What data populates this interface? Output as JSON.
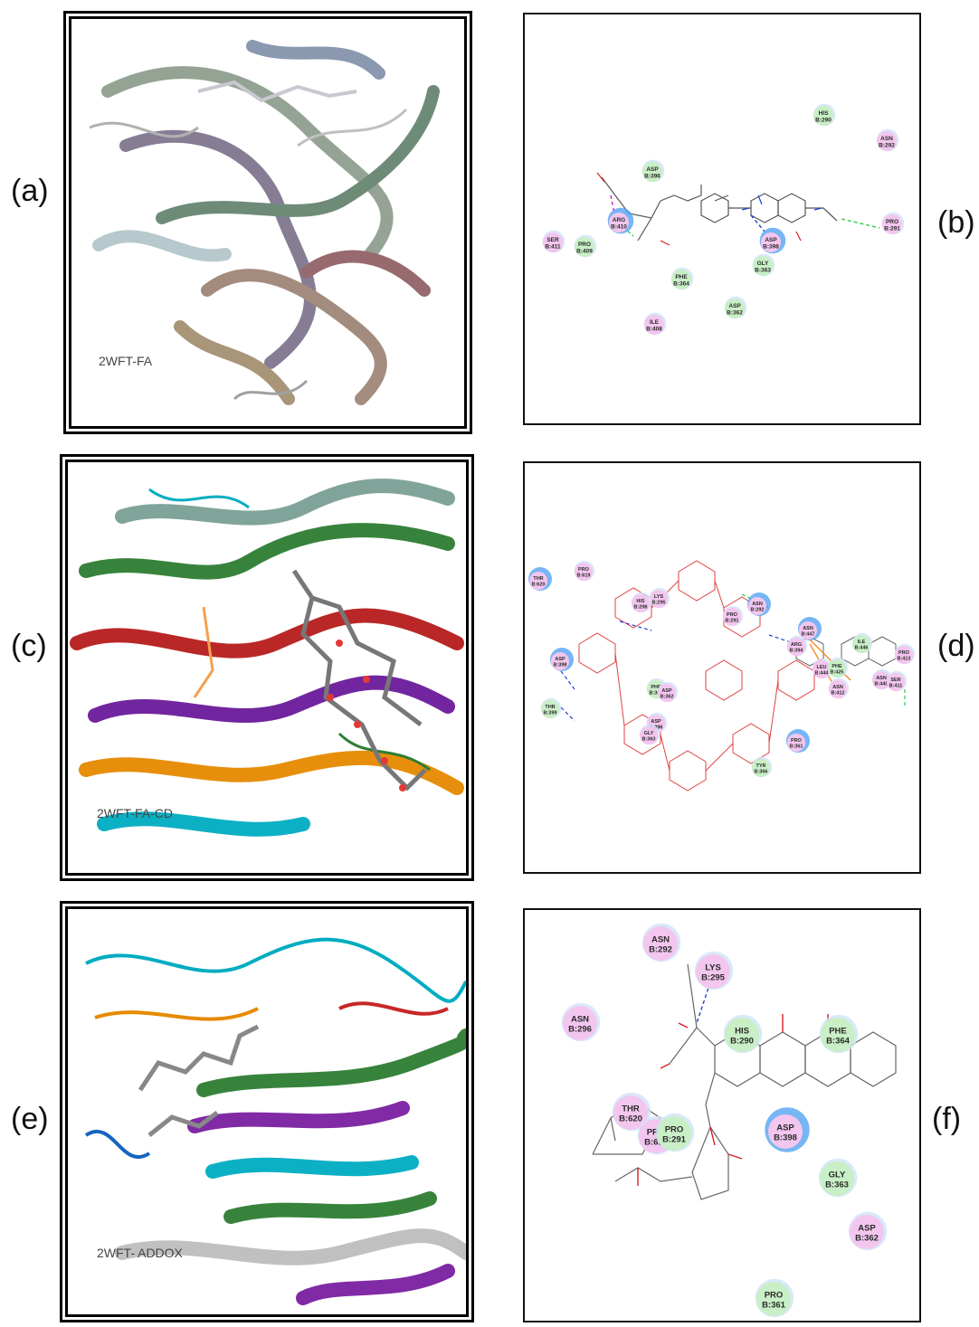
{
  "labels": {
    "a": "(a)",
    "b": "(b)",
    "c": "(c)",
    "d": "(d)",
    "e": "(e)",
    "f": "(f)"
  },
  "captions": {
    "a": "2WFT-FA",
    "c": "2WFT-FA-CD",
    "e": "2WFT- ADDOX"
  },
  "colors": {
    "green_residue": "#c9efc6",
    "pink_residue": "#f3c6ef",
    "blue_residue": "#8fc3f5",
    "bond_red": "#d92020",
    "bond_blue": "#2040d0",
    "hbond_green": "#2ecc40",
    "pi_orange": "#f08a20"
  },
  "residues_b": [
    {
      "name": "HIS",
      "id": "B:290",
      "type": "green"
    },
    {
      "name": "ASN",
      "id": "B:292",
      "type": "pink"
    },
    {
      "name": "ASP",
      "id": "B:396",
      "type": "green"
    },
    {
      "name": "ARG",
      "id": "B:410",
      "type": "blue"
    },
    {
      "name": "SER",
      "id": "B:411",
      "type": "pink"
    },
    {
      "name": "PRO",
      "id": "B:409",
      "type": "green"
    },
    {
      "name": "ASP",
      "id": "B:398",
      "type": "blue"
    },
    {
      "name": "PRO",
      "id": "B:291",
      "type": "pink"
    },
    {
      "name": "GLY",
      "id": "B:363",
      "type": "green"
    },
    {
      "name": "PHE",
      "id": "B:364",
      "type": "green"
    },
    {
      "name": "ASP",
      "id": "B:362",
      "type": "green"
    },
    {
      "name": "ILE",
      "id": "B:408",
      "type": "pink"
    }
  ],
  "residues_d": [
    {
      "name": "THR",
      "id": "B:620",
      "type": "blue"
    },
    {
      "name": "PRO",
      "id": "B:619",
      "type": "pink"
    },
    {
      "name": "ASN",
      "id": "B:292",
      "type": "blue"
    },
    {
      "name": "PRO",
      "id": "B:291",
      "type": "pink"
    },
    {
      "name": "LYS",
      "id": "B:295",
      "type": "pink"
    },
    {
      "name": "HIS",
      "id": "B:298",
      "type": "pink"
    },
    {
      "name": "ASN",
      "id": "B:447",
      "type": "blue"
    },
    {
      "name": "ARG",
      "id": "B:394",
      "type": "pink"
    },
    {
      "name": "ILE",
      "id": "B:446",
      "type": "green"
    },
    {
      "name": "PRO",
      "id": "B:413",
      "type": "pink"
    },
    {
      "name": "LEU",
      "id": "B:444",
      "type": "pink"
    },
    {
      "name": "PHE",
      "id": "B:425",
      "type": "green"
    },
    {
      "name": "ASN",
      "id": "B:445",
      "type": "pink"
    },
    {
      "name": "SER",
      "id": "B:411",
      "type": "pink"
    },
    {
      "name": "ASN",
      "id": "B:412",
      "type": "pink"
    },
    {
      "name": "ASP",
      "id": "B:398",
      "type": "blue"
    },
    {
      "name": "THR",
      "id": "B:399",
      "type": "green"
    },
    {
      "name": "PHE",
      "id": "B:364",
      "type": "green"
    },
    {
      "name": "ASP",
      "id": "B:362",
      "type": "pink"
    },
    {
      "name": "ASP",
      "id": "B:396",
      "type": "pink"
    },
    {
      "name": "GLY",
      "id": "B:363",
      "type": "pink"
    },
    {
      "name": "PRO",
      "id": "B:361",
      "type": "blue"
    },
    {
      "name": "TYR",
      "id": "B:366",
      "type": "green"
    }
  ],
  "residues_f": [
    {
      "name": "ASN",
      "id": "B:292",
      "type": "pink"
    },
    {
      "name": "LYS",
      "id": "B:295",
      "type": "pink"
    },
    {
      "name": "ASN",
      "id": "B:296",
      "type": "pink"
    },
    {
      "name": "HIS",
      "id": "B:290",
      "type": "green"
    },
    {
      "name": "PHE",
      "id": "B:364",
      "type": "green"
    },
    {
      "name": "THR",
      "id": "B:620",
      "type": "pink"
    },
    {
      "name": "PRO",
      "id": "B:619",
      "type": "pink"
    },
    {
      "name": "PRO",
      "id": "B:291",
      "type": "green"
    },
    {
      "name": "ASP",
      "id": "B:398",
      "type": "blue"
    },
    {
      "name": "GLY",
      "id": "B:363",
      "type": "green"
    },
    {
      "name": "ASP",
      "id": "B:362",
      "type": "pink"
    },
    {
      "name": "PRO",
      "id": "B:361",
      "type": "green"
    }
  ]
}
